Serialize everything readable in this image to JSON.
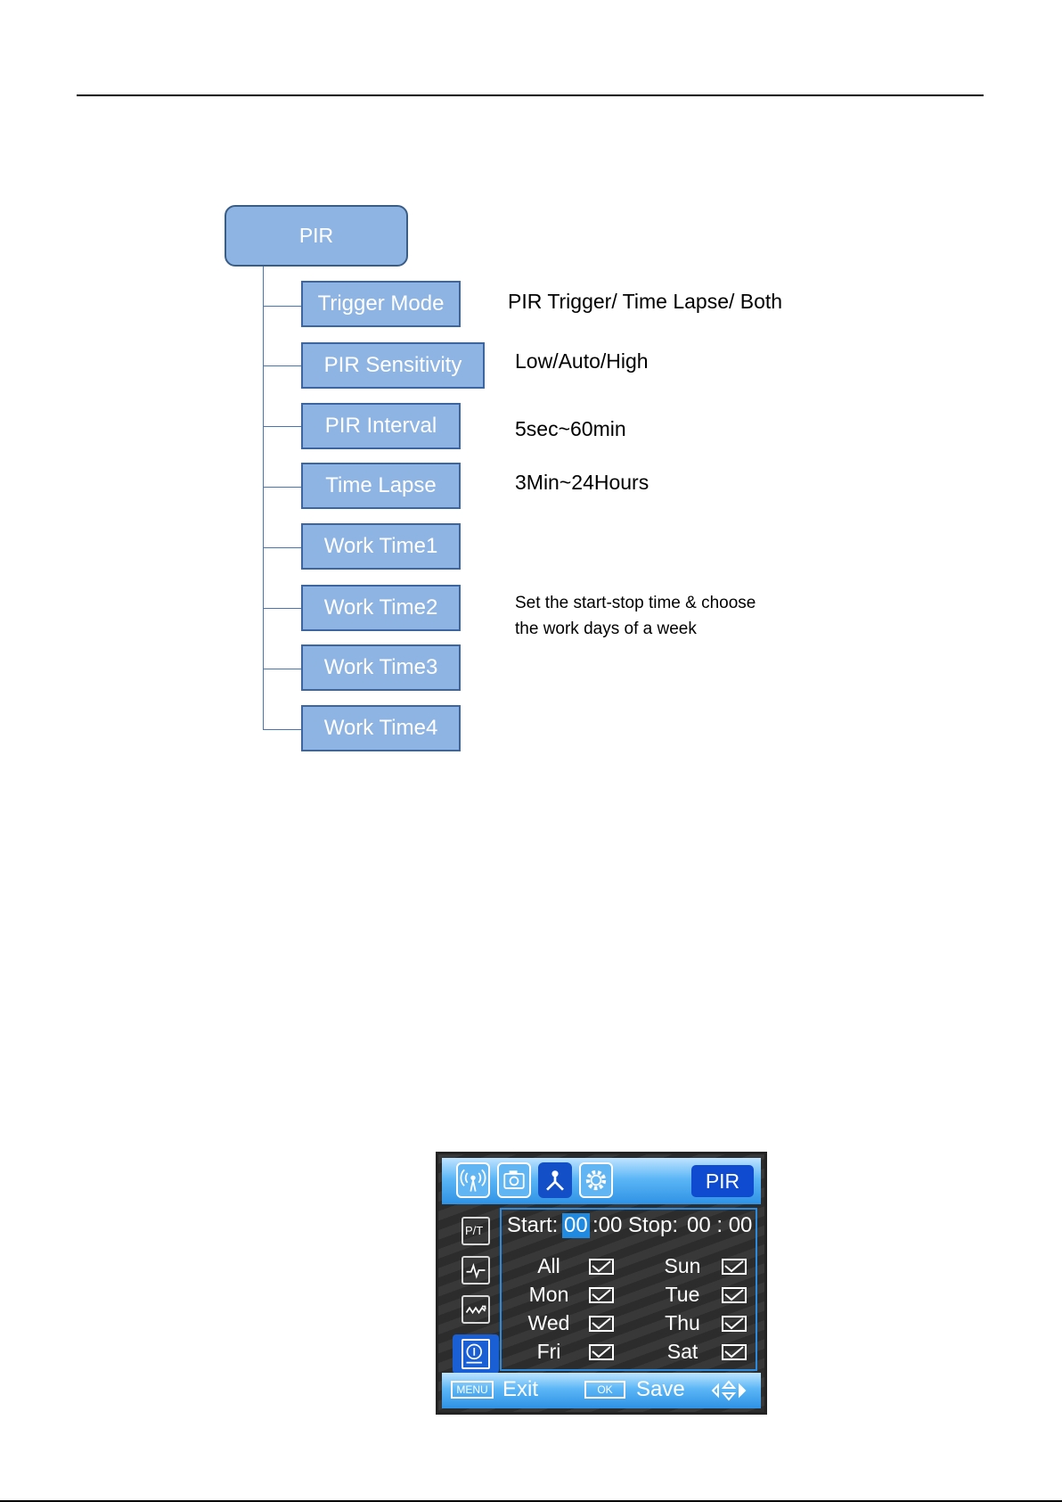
{
  "tree": {
    "root": "PIR",
    "items": [
      {
        "label": "Trigger Mode"
      },
      {
        "label": "PIR Sensitivity"
      },
      {
        "label": "PIR Interval"
      },
      {
        "label": "Time Lapse"
      },
      {
        "label": "Work Time1"
      },
      {
        "label": "Work Time2"
      },
      {
        "label": "Work Time3"
      },
      {
        "label": "Work Time4"
      }
    ],
    "descriptions": {
      "trigger_mode": "PIR Trigger/ Time Lapse/ Both",
      "sensitivity": "Low/Auto/High",
      "interval": "5sec~60min",
      "time_lapse": "3Min~24Hours",
      "work_time_line1": "Set the start-stop time & choose",
      "work_time_line2": "the work days of a week"
    }
  },
  "screen": {
    "title": "PIR",
    "top_icons": [
      "pir-wave-icon",
      "camera-icon",
      "network-icon",
      "gear-icon"
    ],
    "side_icons": [
      "pt-icon",
      "waveform-icon",
      "zigzag-icon",
      "clock-icon"
    ],
    "side_pt_label": "P/T",
    "start_label": "Start:",
    "start_hour": "00",
    "start_min": ":00",
    "stop_label": "Stop:",
    "stop_time": "00 : 00",
    "days": {
      "all": "All",
      "sun": "Sun",
      "mon": "Mon",
      "tue": "Tue",
      "wed": "Wed",
      "thu": "Thu",
      "fri": "Fri",
      "sat": "Sat"
    },
    "menu_key": "MENU",
    "exit_label": "Exit",
    "ok_key": "OK",
    "save_label": "Save",
    "colors": {
      "accent": "#1350c8",
      "bar": "#2f92e5"
    }
  }
}
